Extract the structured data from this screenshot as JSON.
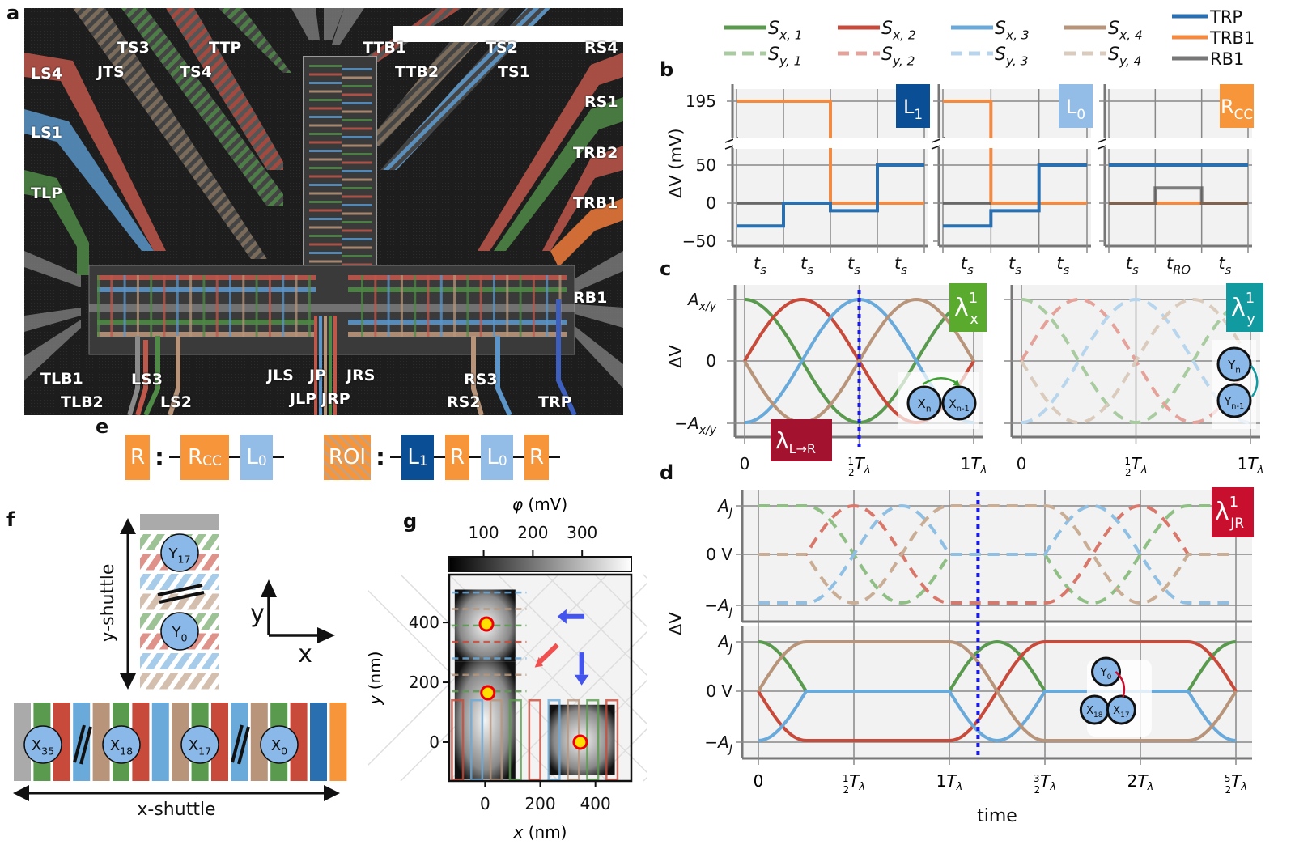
{
  "panel_letters": {
    "a": "a",
    "b": "b",
    "c": "c",
    "d": "d",
    "e": "e",
    "f": "f",
    "g": "g"
  },
  "panel_a": {
    "gate_labels": [
      "LS4",
      "JTS",
      "TS3",
      "TS4",
      "TTP",
      "TTB1",
      "TTB2",
      "TS2",
      "TS1",
      "RS4",
      "LS1",
      "TLP",
      "RS1",
      "TRB2",
      "TRB1",
      "RB1",
      "TLB1",
      "TLB2",
      "LS3",
      "LS2",
      "JLS",
      "JP",
      "JRS",
      "JLP",
      "JRP",
      "RS3",
      "RS2",
      "TRP"
    ]
  },
  "legend": {
    "items": [
      {
        "label": "S_x,1",
        "main": "S",
        "sub": "x, 1",
        "style": "solid",
        "color": "#5a9a4e"
      },
      {
        "label": "S_y,1",
        "main": "S",
        "sub": "y, 1",
        "style": "dashed",
        "color": "#a9cba0"
      },
      {
        "label": "S_x,2",
        "main": "S",
        "sub": "x, 2",
        "style": "solid",
        "color": "#c84a3a"
      },
      {
        "label": "S_y,2",
        "main": "S",
        "sub": "y, 2",
        "style": "dashed",
        "color": "#e4a29a"
      },
      {
        "label": "S_x,3",
        "main": "S",
        "sub": "x, 3",
        "style": "solid",
        "color": "#6aaadb"
      },
      {
        "label": "S_y,3",
        "main": "S",
        "sub": "y, 3",
        "style": "dashed",
        "color": "#b7d5ec"
      },
      {
        "label": "S_x,4",
        "main": "S",
        "sub": "x, 4",
        "style": "solid",
        "color": "#b8957a"
      },
      {
        "label": "S_y,4",
        "main": "S",
        "sub": "y, 4",
        "style": "dashed",
        "color": "#dacbbd"
      },
      {
        "label": "TRP",
        "style": "solid",
        "color": "#2a6fb0"
      },
      {
        "label": "TRB1",
        "style": "solid",
        "color": "#f28a42"
      },
      {
        "label": "RB1",
        "style": "solid",
        "color": "#777777"
      }
    ]
  },
  "panel_e": {
    "left": {
      "key": "R",
      "key_color": "#f7953a",
      "sequence": [
        {
          "label": "R",
          "sub": "CC",
          "color": "#f7953a"
        },
        {
          "label": "L",
          "sub": "0",
          "color": "#93bde6"
        }
      ]
    },
    "right": {
      "key": "ROI",
      "key_color": "#f7953a",
      "sequence": [
        {
          "label": "L",
          "sub": "1",
          "color": "#0a4f96"
        },
        {
          "label": "R",
          "sub": "",
          "color": "#f7953a"
        },
        {
          "label": "L",
          "sub": "0",
          "color": "#93bde6"
        },
        {
          "label": "R",
          "sub": "",
          "color": "#f7953a"
        }
      ]
    }
  },
  "panel_f": {
    "y_shuttle_label": "y-shuttle",
    "x_shuttle_label": "x-shuttle",
    "axis_x": "x",
    "axis_y": "y",
    "y_dots": [
      {
        "main": "Y",
        "sub": "17"
      },
      {
        "main": "Y",
        "sub": "0"
      }
    ],
    "x_dots": [
      {
        "main": "X",
        "sub": "35"
      },
      {
        "main": "X",
        "sub": "18"
      },
      {
        "main": "X",
        "sub": "17"
      },
      {
        "main": "X",
        "sub": "0"
      }
    ],
    "x_gate_colors": [
      "#aaaaaa",
      "#5a9a4e",
      "#c84a3a",
      "#6aaadb",
      "#b8957a",
      "#5a9a4e",
      "#c84a3a",
      "#6aaadb",
      "#b8957a",
      "#5a9a4e",
      "#c84a3a",
      "#6aaadb",
      "#b8957a",
      "#5a9a4e",
      "#c84a3a",
      "#2a6fb0",
      "#f7953a"
    ],
    "y_gate_colors": [
      "#5a9a4e",
      "#c84a3a",
      "#6aaadb",
      "#b8957a",
      "#5a9a4e",
      "#c84a3a",
      "#6aaadb",
      "#b8957a"
    ]
  },
  "chart_data": [
    {
      "id": "b",
      "type": "line",
      "ylabel": "ΔV (mV)",
      "yticks": [
        195,
        50,
        0,
        -50
      ],
      "ylim_lower": [
        -50,
        60
      ],
      "ylim_upper": [
        180,
        200
      ],
      "axis_break": true,
      "subplots": [
        {
          "tag": "L1",
          "tag_main": "L",
          "tag_sub": "1",
          "tag_color": "#0a4f96",
          "xticks": [
            "t_s",
            "t_s",
            "t_s",
            "t_s"
          ],
          "series": [
            {
              "name": "TRB1",
              "color": "#f28a42",
              "steps": [
                [
                  0,
                  195
                ],
                [
                  2,
                  195
                ],
                [
                  2,
                  0
                ],
                [
                  4,
                  0
                ]
              ]
            },
            {
              "name": "RB1",
              "color": "#555555",
              "steps": [
                [
                  0,
                  0
                ],
                [
                  2,
                  0
                ]
              ]
            },
            {
              "name": "TRP",
              "color": "#2a6fb0",
              "steps": [
                [
                  0,
                  -30
                ],
                [
                  1,
                  -30
                ],
                [
                  1,
                  0
                ],
                [
                  2,
                  0
                ],
                [
                  2,
                  -10
                ],
                [
                  3,
                  -10
                ],
                [
                  3,
                  50
                ],
                [
                  4,
                  50
                ]
              ]
            }
          ]
        },
        {
          "tag": "L0",
          "tag_main": "L",
          "tag_sub": "0",
          "tag_color": "#93bde6",
          "xticks": [
            "t_s",
            "t_s",
            "t_s"
          ],
          "series": [
            {
              "name": "TRB1",
              "color": "#f28a42",
              "steps": [
                [
                  0,
                  195
                ],
                [
                  1,
                  195
                ],
                [
                  1,
                  0
                ],
                [
                  3,
                  0
                ]
              ]
            },
            {
              "name": "RB1",
              "color": "#555555",
              "steps": [
                [
                  0,
                  0
                ],
                [
                  1,
                  0
                ]
              ]
            },
            {
              "name": "TRP",
              "color": "#2a6fb0",
              "steps": [
                [
                  0,
                  -30
                ],
                [
                  1,
                  -30
                ],
                [
                  1,
                  -10
                ],
                [
                  2,
                  -10
                ],
                [
                  2,
                  50
                ],
                [
                  3,
                  50
                ]
              ]
            }
          ]
        },
        {
          "tag": "RCC",
          "tag_main": "R",
          "tag_sub": "CC",
          "tag_color": "#f7953a",
          "xticks": [
            "t_s",
            "t_RO",
            "t_s"
          ],
          "series": [
            {
              "name": "TRB1",
              "color": "#f28a42",
              "steps": [
                [
                  0,
                  0
                ],
                [
                  3,
                  0
                ]
              ]
            },
            {
              "name": "RB1",
              "color": "#555555",
              "steps": [
                [
                  0,
                  0
                ],
                [
                  1,
                  0
                ],
                [
                  1,
                  20
                ],
                [
                  2,
                  20
                ],
                [
                  2,
                  0
                ],
                [
                  3,
                  0
                ]
              ]
            },
            {
              "name": "TRP",
              "color": "#2a6fb0",
              "steps": [
                [
                  0,
                  50
                ],
                [
                  3,
                  50
                ]
              ]
            }
          ]
        }
      ]
    },
    {
      "id": "c",
      "type": "line",
      "ylabel": "ΔV",
      "yticks": [
        "A_x/y",
        "0",
        "−A_x/y"
      ],
      "ylim": [
        -1,
        1
      ],
      "xticks": [
        "0",
        "½Tλ",
        "1Tλ"
      ],
      "xlim": [
        0,
        1
      ],
      "subplots": [
        {
          "tag": "λ_x^1",
          "tag_main": "λ",
          "tag_sup": "1",
          "tag_sub": "x",
          "tag_color": "#5aaa2e",
          "dashed": false,
          "marker_line_x": 0.5,
          "inset": {
            "from": "X_n",
            "to": "X_n-1",
            "arrow_color": "#3aa02e"
          },
          "series": [
            {
              "name": "S_x,1",
              "color": "#5a9a4e",
              "phase": 0
            },
            {
              "name": "S_x,2",
              "color": "#c84a3a",
              "phase": 1
            },
            {
              "name": "S_x,3",
              "color": "#6aaadb",
              "phase": 2
            },
            {
              "name": "S_x,4",
              "color": "#b8957a",
              "phase": 3
            }
          ]
        },
        {
          "tag": "λ_y^1",
          "tag_main": "λ",
          "tag_sup": "1",
          "tag_sub": "y",
          "tag_color": "#119aa0",
          "dashed": true,
          "inset": {
            "from": "Y_n",
            "to": "Y_n-1",
            "arrow_color": "#119aa0"
          },
          "series": [
            {
              "name": "S_y,1",
              "color": "#a9cba0",
              "phase": 0
            },
            {
              "name": "S_y,2",
              "color": "#e4a29a",
              "phase": 1
            },
            {
              "name": "S_y,3",
              "color": "#b7d5ec",
              "phase": 2
            },
            {
              "name": "S_y,4",
              "color": "#dacbbd",
              "phase": 3
            }
          ]
        }
      ],
      "annotation": {
        "text": "λ_L→R",
        "main": "λ",
        "sub": "L→R",
        "color": "#a3122e"
      }
    },
    {
      "id": "d",
      "type": "line",
      "ylabel": "ΔV",
      "yticks": [
        "A_J",
        "0 V",
        "−A_J"
      ],
      "ylim": [
        -1,
        1
      ],
      "xticks": [
        "0",
        "½Tλ",
        "1Tλ",
        "3/2Tλ",
        "2Tλ",
        "5/2Tλ"
      ],
      "xlim": [
        0,
        2.5
      ],
      "xlabel": "time",
      "marker_line_x": 1.15,
      "tag": {
        "main": "λ",
        "sup": "1",
        "sub": "JR",
        "color": "#c8102e"
      },
      "inset": {
        "dots": [
          "Y_0",
          "X_18",
          "X_17"
        ],
        "arrow_color": "#c8102e"
      },
      "top_series_dashed": [
        {
          "name": "S_y,1",
          "color": "#8fbf85",
          "points": [
            [
              0,
              1
            ],
            [
              0.25,
              1
            ],
            [
              0.5,
              0
            ],
            [
              0.75,
              -1
            ],
            [
              1,
              0
            ],
            [
              1.5,
              0
            ],
            [
              1.75,
              -1
            ],
            [
              2,
              0
            ],
            [
              2.25,
              1
            ],
            [
              2.5,
              1
            ]
          ]
        },
        {
          "name": "S_y,2",
          "color": "#d9776b",
          "points": [
            [
              0,
              0
            ],
            [
              0.25,
              0
            ],
            [
              0.5,
              1
            ],
            [
              0.75,
              0
            ],
            [
              1,
              -1
            ],
            [
              1.5,
              -1
            ],
            [
              1.75,
              0
            ],
            [
              2,
              1
            ],
            [
              2.25,
              0
            ],
            [
              2.5,
              0
            ]
          ]
        },
        {
          "name": "S_y,3",
          "color": "#8fc0e4",
          "points": [
            [
              0,
              -1
            ],
            [
              0.25,
              -1
            ],
            [
              0.5,
              0
            ],
            [
              0.75,
              1
            ],
            [
              1,
              0
            ],
            [
              1.5,
              0
            ],
            [
              1.75,
              1
            ],
            [
              2,
              0
            ],
            [
              2.25,
              -1
            ],
            [
              2.5,
              -1
            ]
          ]
        },
        {
          "name": "S_y,4",
          "color": "#c9ad95",
          "points": [
            [
              0,
              0
            ],
            [
              0.25,
              0
            ],
            [
              0.5,
              -1
            ],
            [
              0.75,
              0
            ],
            [
              1,
              1
            ],
            [
              1.5,
              1
            ],
            [
              1.75,
              0
            ],
            [
              2,
              -1
            ],
            [
              2.25,
              0
            ],
            [
              2.5,
              0
            ]
          ]
        }
      ],
      "bottom_series_solid": [
        {
          "name": "S_x,1",
          "color": "#5a9a4e",
          "points": [
            [
              0,
              1
            ],
            [
              0.25,
              0
            ],
            [
              1,
              0
            ],
            [
              1.25,
              1
            ],
            [
              1.5,
              0
            ],
            [
              2.25,
              0
            ],
            [
              2.5,
              1
            ]
          ]
        },
        {
          "name": "S_x,2",
          "color": "#c84a3a",
          "points": [
            [
              0,
              0
            ],
            [
              0.25,
              -1
            ],
            [
              1,
              -1
            ],
            [
              1.25,
              0
            ],
            [
              1.5,
              1
            ],
            [
              2.25,
              1
            ],
            [
              2.5,
              0
            ]
          ]
        },
        {
          "name": "S_x,3",
          "color": "#6aaadb",
          "points": [
            [
              0,
              -1
            ],
            [
              0.25,
              0
            ],
            [
              1,
              0
            ],
            [
              1.25,
              -1
            ],
            [
              1.5,
              0
            ],
            [
              2.25,
              0
            ],
            [
              2.5,
              -1
            ]
          ]
        },
        {
          "name": "S_x,4",
          "color": "#b8957a",
          "points": [
            [
              0,
              0
            ],
            [
              0.25,
              1
            ],
            [
              1,
              1
            ],
            [
              1.25,
              0
            ],
            [
              1.5,
              -1
            ],
            [
              2.25,
              -1
            ],
            [
              2.5,
              0
            ]
          ]
        }
      ]
    },
    {
      "id": "g",
      "type": "heatmap",
      "colorbar_label": "φ (mV)",
      "colorbar_ticks": [
        100,
        200,
        300
      ],
      "colorbar_range": [
        30,
        400
      ],
      "xlabel": "x (nm)",
      "ylabel": "y (nm)",
      "xticks": [
        0,
        200,
        400
      ],
      "yticks": [
        0,
        200,
        400
      ],
      "xlim": [
        -130,
        530
      ],
      "ylim": [
        -130,
        560
      ],
      "dot_positions": [
        [
          5,
          395
        ],
        [
          10,
          165
        ],
        [
          345,
          0
        ]
      ],
      "arrows": [
        {
          "color": "#4455ee",
          "dir": "left"
        },
        {
          "color": "#f05050",
          "dir": "down-left"
        },
        {
          "color": "#4455ee",
          "dir": "down"
        }
      ]
    }
  ]
}
